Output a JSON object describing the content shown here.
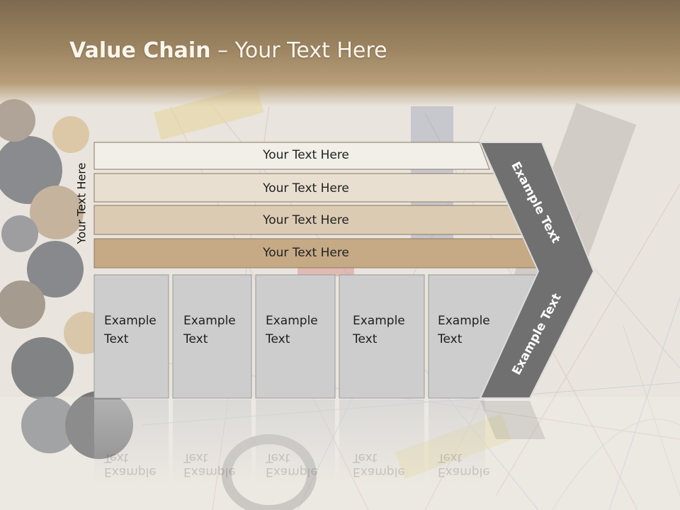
{
  "slide": {
    "title_bold": "Value Chain",
    "title_rest": " – Your Text Here",
    "side_label": "Your Text Here"
  },
  "rows": [
    "Your Text Here",
    "Your Text Here",
    "Your Text Here",
    "Your Text Here"
  ],
  "boxes": [
    {
      "line1": "Example",
      "line2": "Text"
    },
    {
      "line1": "Example",
      "line2": "Text"
    },
    {
      "line1": "Example",
      "line2": "Text"
    },
    {
      "line1": "Example",
      "line2": "Text"
    },
    {
      "line1": "Example",
      "line2": "Text"
    }
  ],
  "chevron": {
    "upper": "Example Text",
    "lower": "Example Text"
  },
  "colors": {
    "row1": "#f2efe9",
    "row2": "#e8dfd1",
    "row3": "#dccbb3",
    "row4": "#c6aa85",
    "box": "#cdcdcd",
    "chevron": "#707070",
    "header": "#9c8461"
  }
}
